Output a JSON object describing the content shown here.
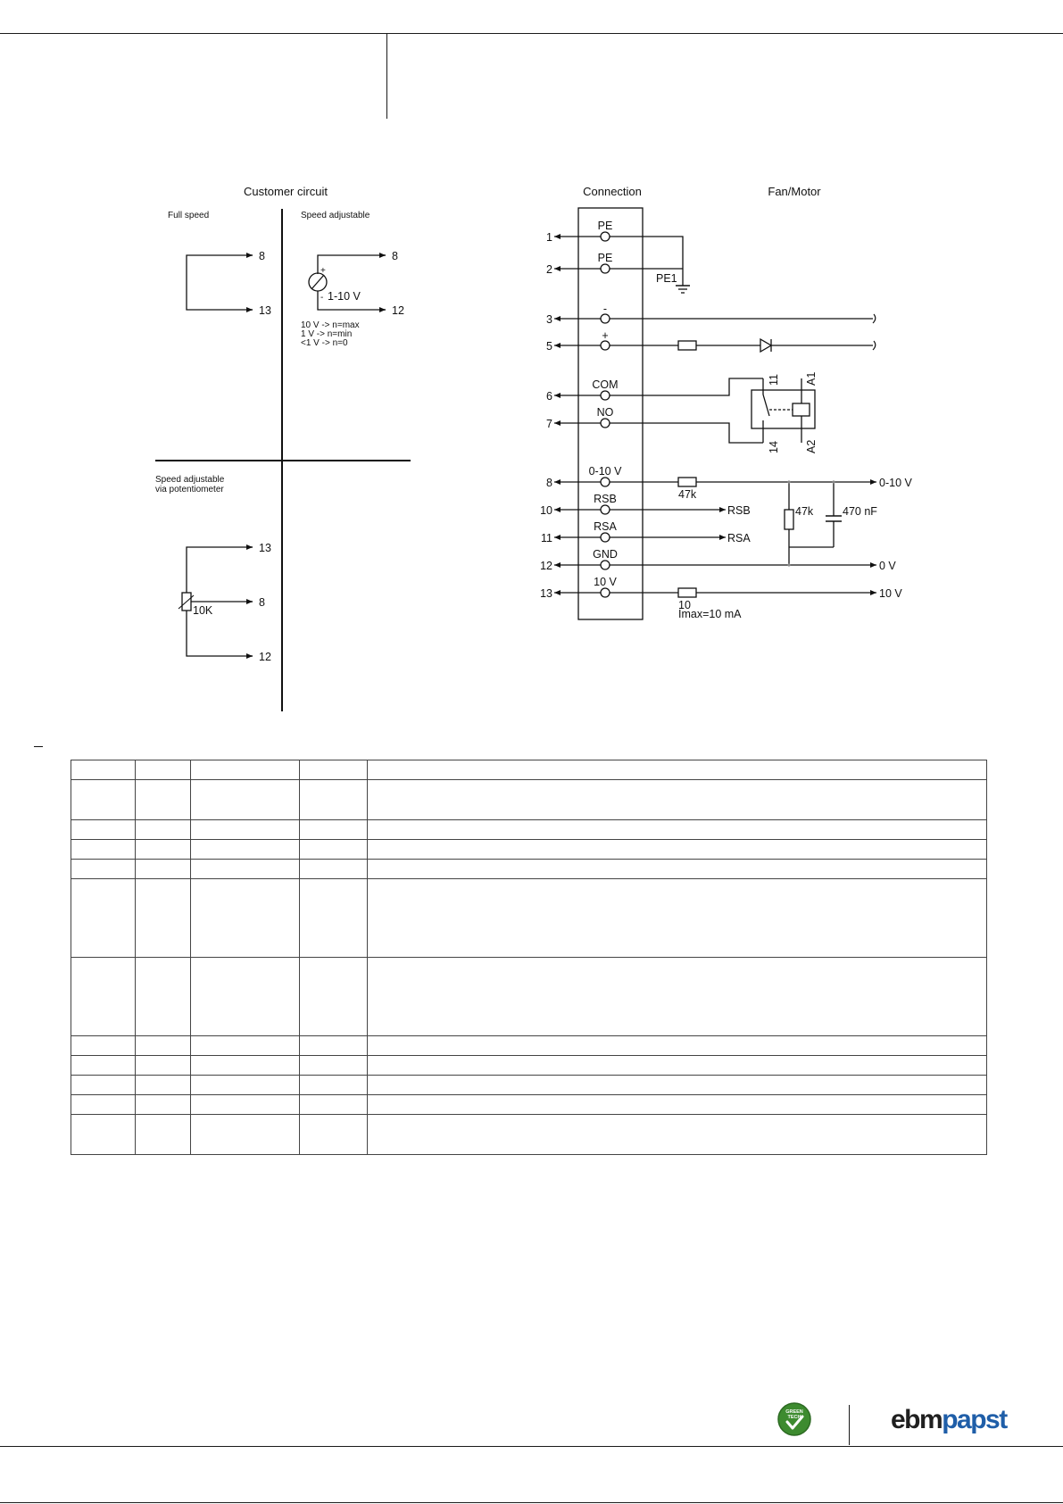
{
  "customer": {
    "title": "Customer circuit",
    "full_speed": "Full speed",
    "speed_adjustable": "Speed adjustable",
    "voltage_range": "1-10 V",
    "note_lines": [
      "10 V -> n=max",
      "1 V -> n=min",
      "<1 V -> n=0"
    ],
    "potentiometer_title_lines": [
      "Speed adjustable",
      "via potentiometer"
    ],
    "pot_value": "10K",
    "terminals": {
      "full_speed": [
        "8",
        "13"
      ],
      "speed_adjustable": [
        "8",
        "12"
      ],
      "potentiometer": [
        "13",
        "8",
        "12"
      ]
    }
  },
  "connection": {
    "title": "Connection",
    "fan_title": "Fan/Motor",
    "pins": [
      {
        "num": "1",
        "label": "PE"
      },
      {
        "num": "2",
        "label": "PE"
      },
      {
        "num": "3",
        "label": "-"
      },
      {
        "num": "5",
        "label": "+"
      },
      {
        "num": "6",
        "label": "COM"
      },
      {
        "num": "7",
        "label": "NO"
      },
      {
        "num": "8",
        "label": "0-10 V"
      },
      {
        "num": "10",
        "label": "RSB"
      },
      {
        "num": "11",
        "label": "RSA"
      },
      {
        "num": "12",
        "label": "GND"
      },
      {
        "num": "13",
        "label": "10 V"
      }
    ],
    "pe_ground": "PE1",
    "relay": {
      "c1": "11",
      "c2": "14",
      "a1": "A1",
      "a2": "A2"
    },
    "res_8": "47k",
    "res_par": "47k",
    "capacitor": "470 nF",
    "res_13": "10",
    "imax": "Imax=10 mA",
    "outputs": {
      "o8": "0-10 V",
      "o10": "RSB",
      "o11": "RSA",
      "o12": "0 V",
      "o13": "10 V"
    }
  },
  "table": {
    "row_heights": [
      22,
      45,
      22,
      22,
      22,
      88,
      88,
      22,
      22,
      22,
      22,
      45
    ]
  },
  "footer": {
    "badge_text_lines": [
      "GREEN",
      "TECH"
    ],
    "brand_part1": "ebm",
    "brand_part2": "papst"
  },
  "colors": {
    "brand_blue": "#1f5ea8",
    "badge_green": "#3d8b2f"
  }
}
